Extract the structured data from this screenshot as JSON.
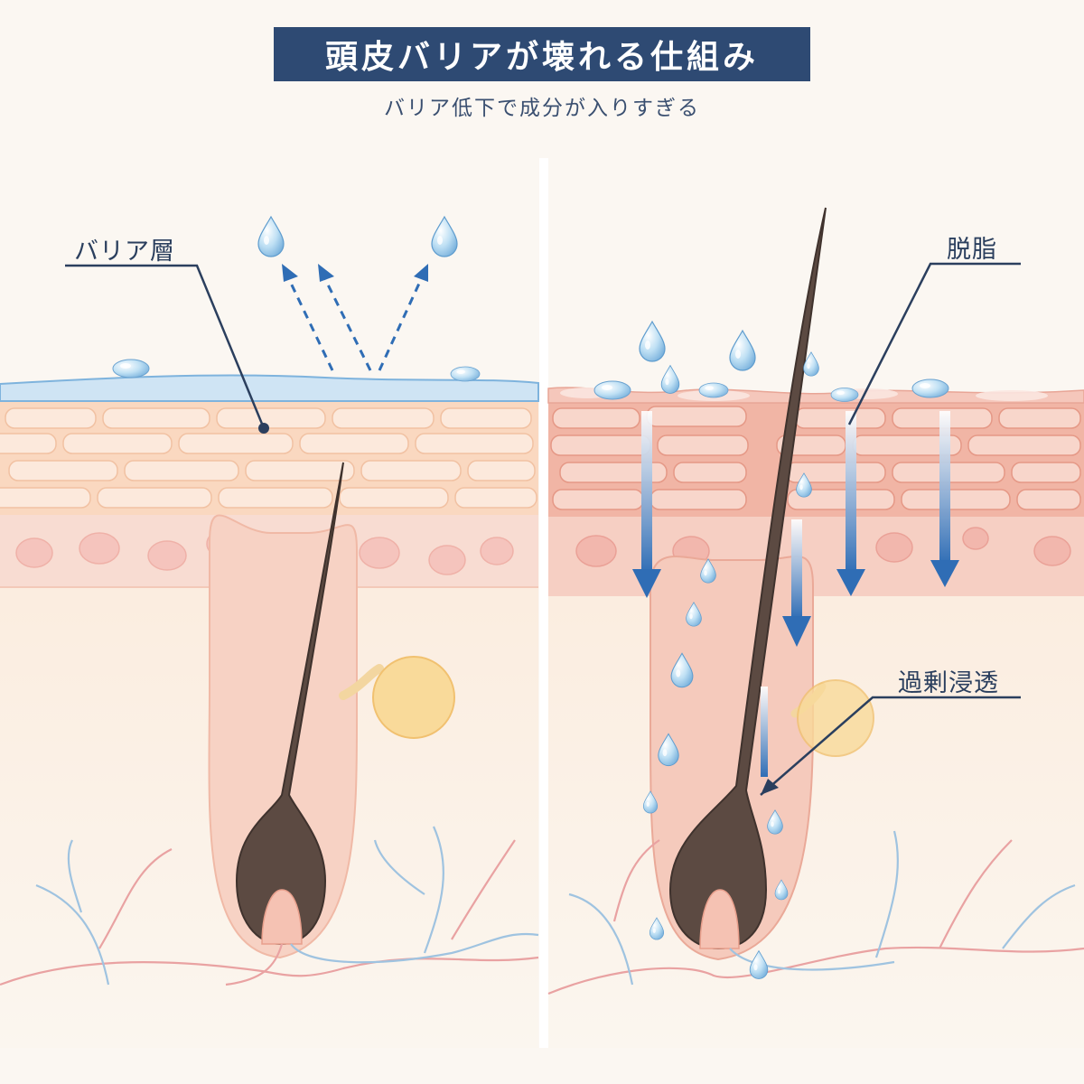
{
  "title": "頭皮バリアが壊れる仕組み",
  "subtitle": "バリア低下で成分が入りすぎる",
  "labels": {
    "barrier": "バリア層",
    "degreasing": "脱脂",
    "over_penetration": "過剰浸透"
  },
  "colors": {
    "title_bg": "#2e4a73",
    "accent_blue": "#2f6db5",
    "hair": "#5c4a42",
    "barrier_film": "#bcd8ee",
    "damaged_skin": "#f1b3a6"
  }
}
